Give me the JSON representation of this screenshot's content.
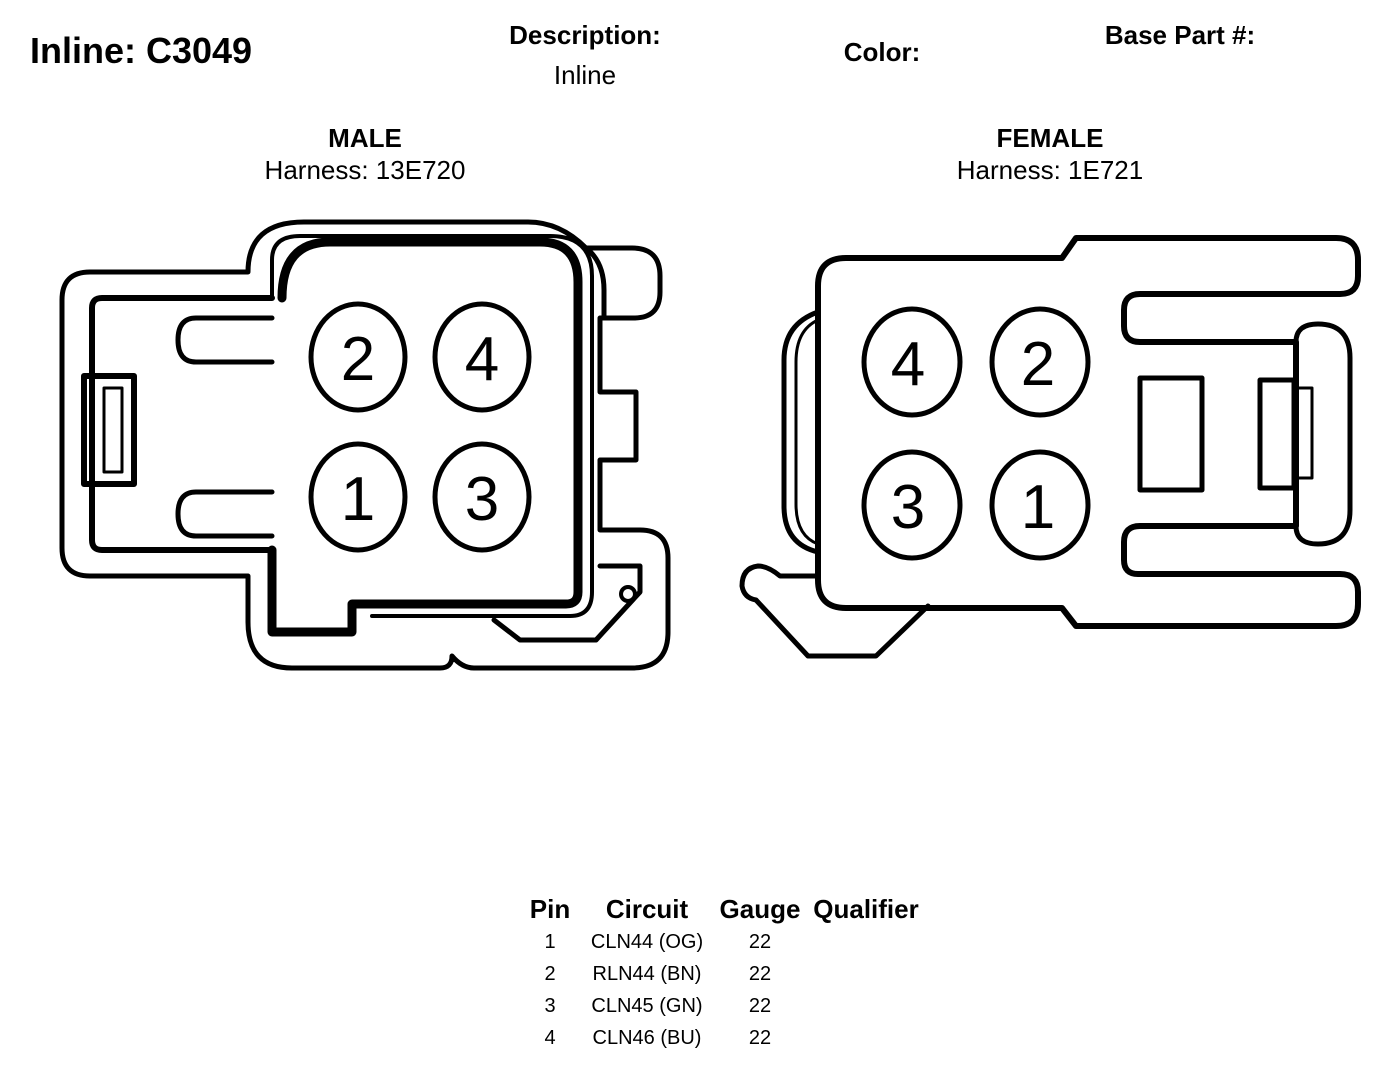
{
  "header": {
    "title": "Inline: C3049",
    "description_label": "Description:",
    "description_value": "Inline",
    "color_label": "Color:",
    "color_value": "",
    "base_part_label": "Base Part #:",
    "base_part_value": ""
  },
  "male": {
    "label": "MALE",
    "harness": "Harness: 13E720",
    "pins": [
      "2",
      "4",
      "1",
      "3"
    ]
  },
  "female": {
    "label": "FEMALE",
    "harness": "Harness: 1E721",
    "pins": [
      "4",
      "2",
      "3",
      "1"
    ]
  },
  "table": {
    "headers": [
      "Pin",
      "Circuit",
      "Gauge",
      "Qualifier"
    ],
    "rows": [
      [
        "1",
        "CLN44 (OG)",
        "22",
        ""
      ],
      [
        "2",
        "RLN44 (BN)",
        "22",
        ""
      ],
      [
        "3",
        "CLN45 (GN)",
        "22",
        ""
      ],
      [
        "4",
        "CLN46 (BU)",
        "22",
        ""
      ]
    ]
  },
  "colors": {
    "ink": "#000000",
    "paper": "#ffffff"
  }
}
